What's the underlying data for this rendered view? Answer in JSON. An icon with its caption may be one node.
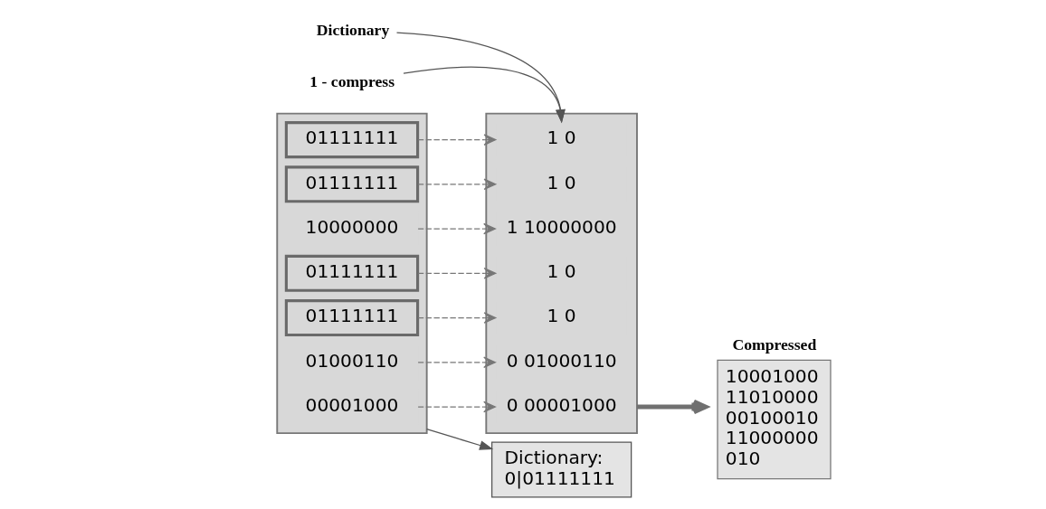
{
  "diagram": {
    "nodes": [
      {
        "text": [],
        "shape": "box"
      },
      {
        "text": [
          "01111111"
        ],
        "in": 0
      },
      {
        "text": [
          "01000110"
        ],
        "in": 0
      },
      {
        "text": [
          "01111111"
        ],
        "in": 0
      },
      {
        "text": [
          "00001000"
        ],
        "in": 0
      },
      {
        "text": [
          "01111111"
        ],
        "in": 0
      },
      {
        "text": [
          "10000000"
        ],
        "in": 0
      },
      {
        "text": [
          "01111111"
        ],
        "in": 0
      },
      {
        "text": [],
        "shape": "box"
      },
      {
        "text": [
          "1 0"
        ],
        "in": 8
      },
      {
        "text": [
          "0 01000110"
        ],
        "in": 8
      },
      {
        "text": [
          "1 0"
        ],
        "in": 8
      },
      {
        "text": [
          "0 00001000"
        ],
        "in": 8
      },
      {
        "text": [
          "1 0"
        ],
        "in": 8
      },
      {
        "text": [
          "1 10000000"
        ],
        "in": 8
      },
      {
        "text": [
          "1 0"
        ],
        "in": 8
      },
      {
        "text": [
          "1 - compress"
        ]
      },
      {
        "text": [
          "Dictionary"
        ]
      },
      {
        "text": [
          "Compressed",
          "10001000 11010000 00100010 11000000 010"
        ]
      },
      {
        "text": [
          "Dictionary: 0|01111111"
        ]
      }
    ],
    "edges": [
      {
        "from": 1,
        "to": 9,
        "arrow": "to",
        "style": "dashed"
      },
      {
        "from": 2,
        "to": 10,
        "arrow": "to",
        "style": "dashed"
      },
      {
        "from": 3,
        "to": 11,
        "arrow": "to",
        "style": "dashed"
      },
      {
        "from": 4,
        "to": 12,
        "arrow": "to",
        "style": "dashed"
      },
      {
        "from": 5,
        "to": 13,
        "arrow": "to",
        "style": "dashed"
      },
      {
        "from": 6,
        "to": 14,
        "arrow": "to",
        "style": "dashed"
      },
      {
        "from": 7,
        "to": 15,
        "arrow": "to",
        "style": "dashed"
      },
      {
        "from": 16,
        "to": 9,
        "arrow": "to"
      },
      {
        "from": 17,
        "to": 9,
        "arrow": "to"
      },
      {
        "from": 8,
        "to": 18,
        "arrow": "to",
        "style": "thick",
        "color": "#707070"
      },
      {
        "from": 0,
        "to": 19,
        "arrow": "to"
      }
    ]
  }
}
